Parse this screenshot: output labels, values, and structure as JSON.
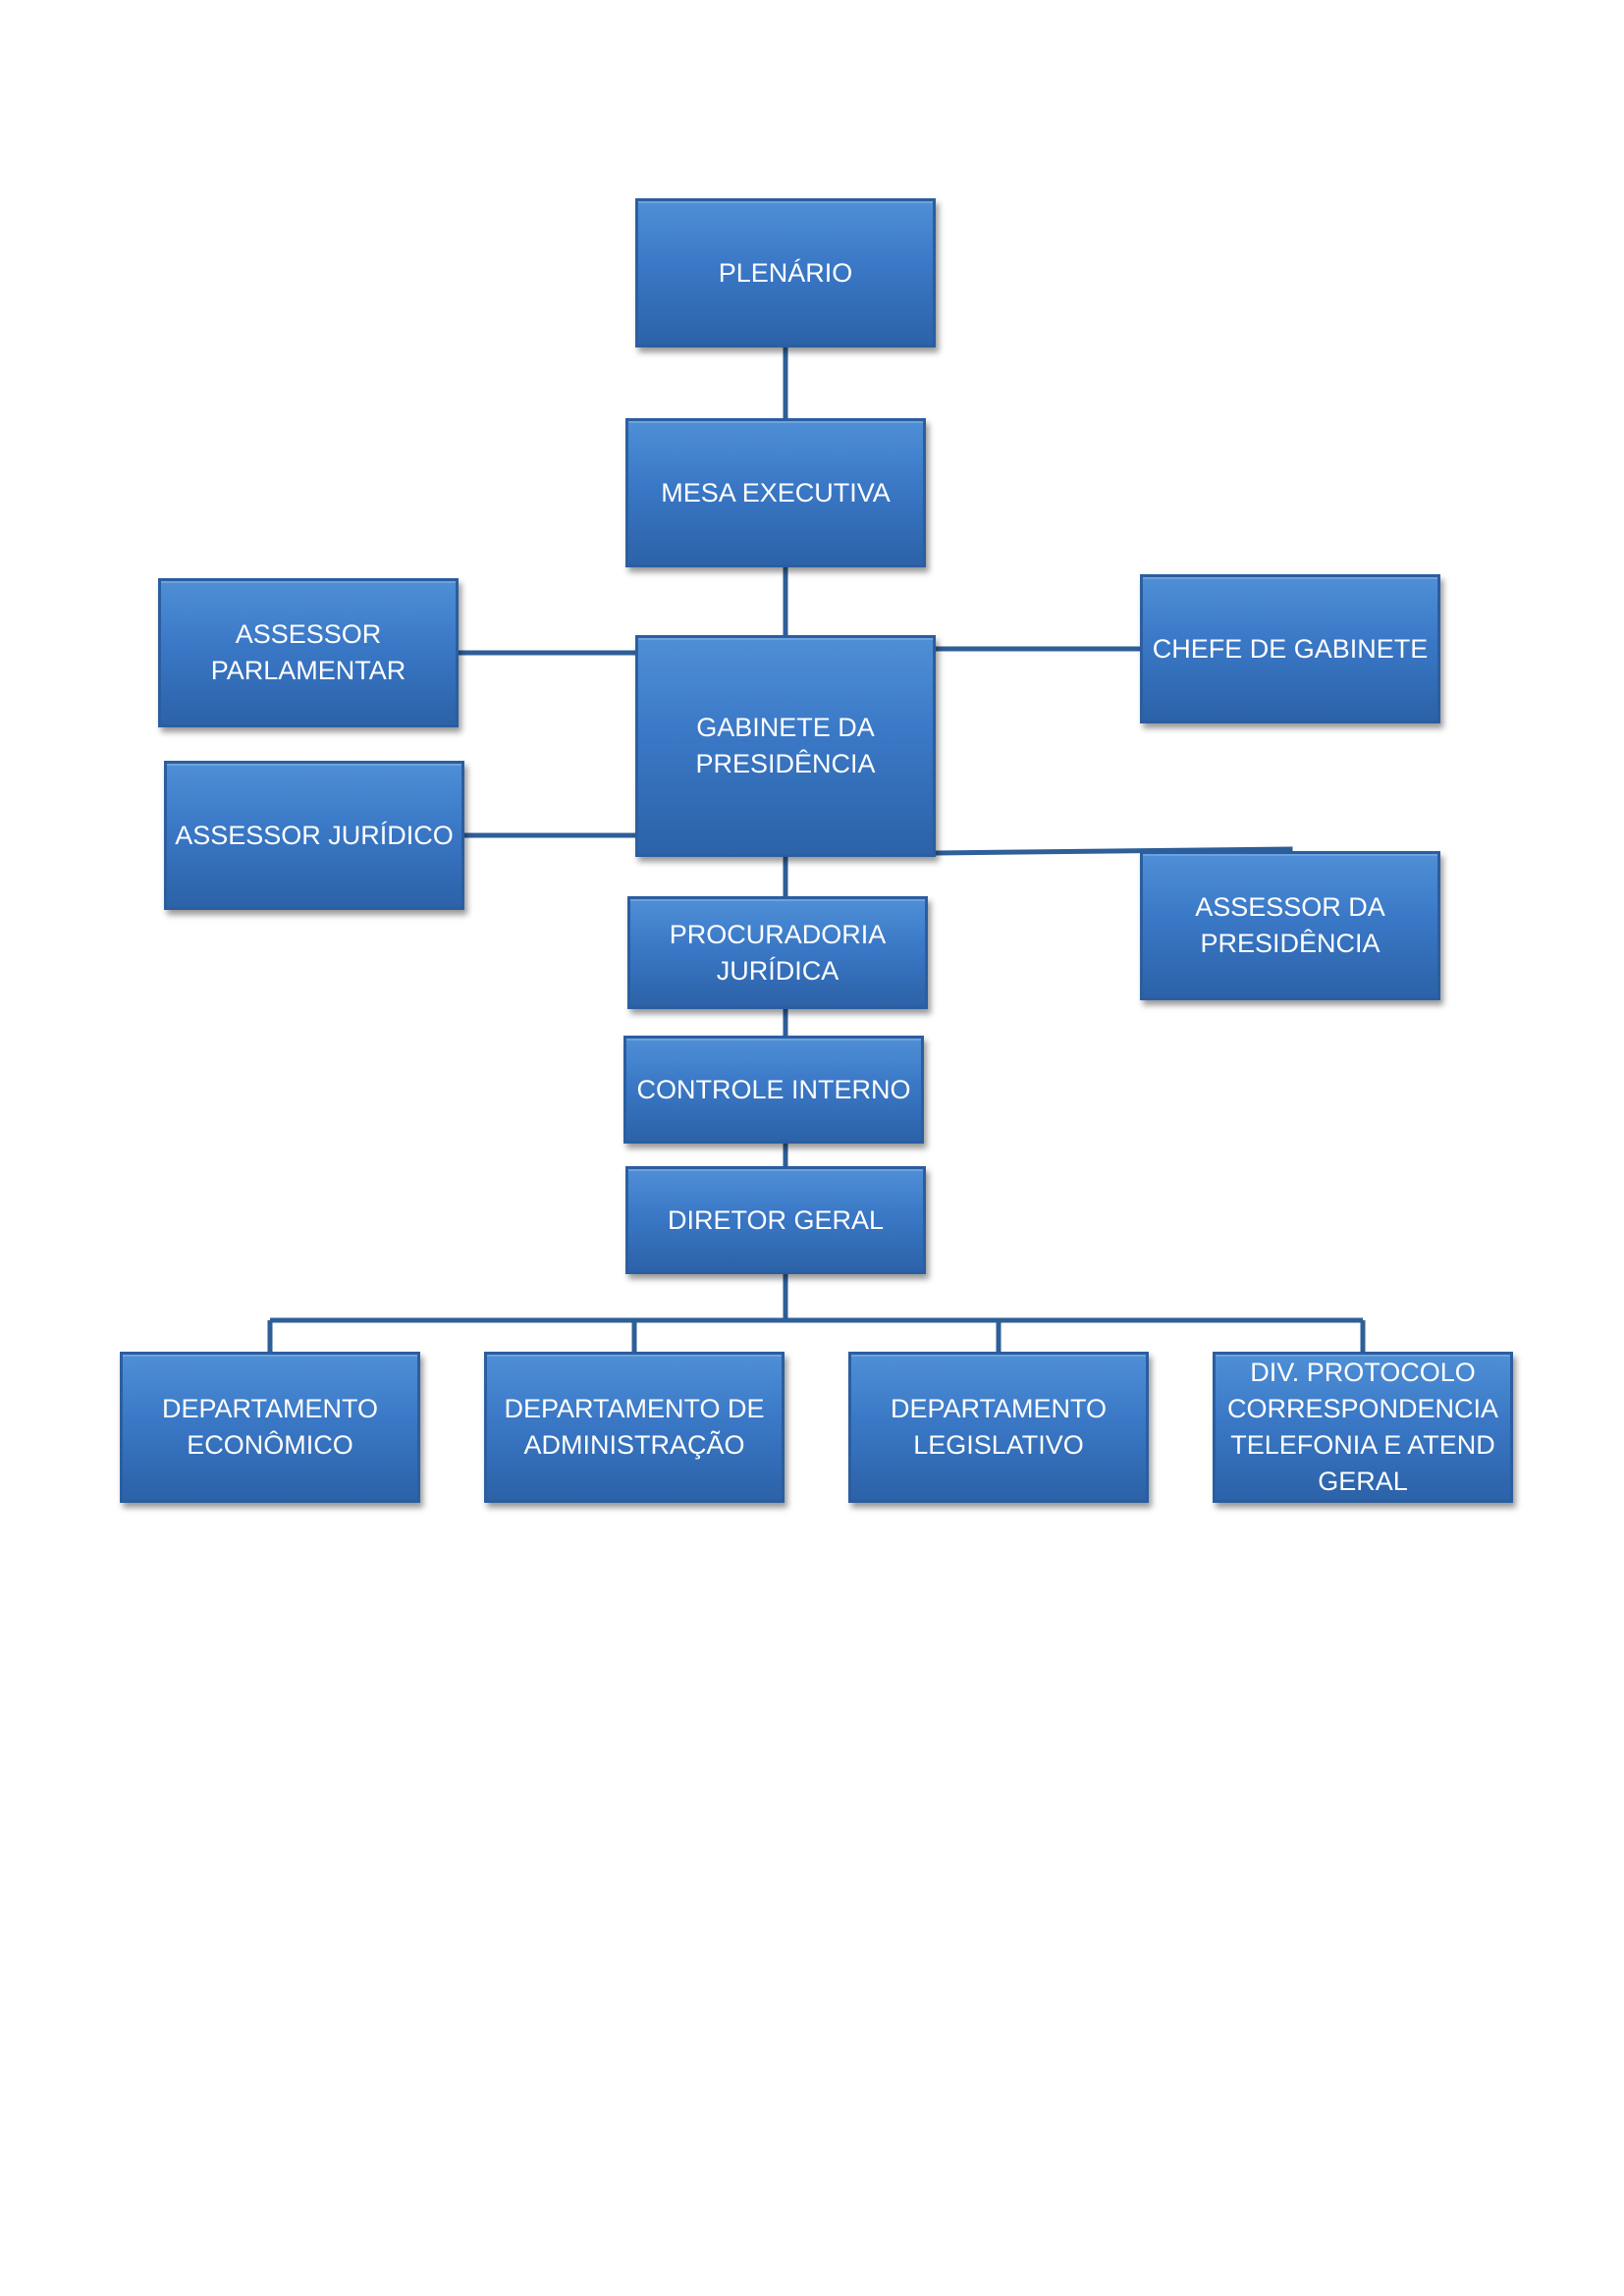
{
  "colors": {
    "box_fill": "#3a78c6",
    "box_border": "#2b5ea0",
    "connector": "#2e5f98",
    "text": "#ffffff",
    "background": "#ffffff"
  },
  "nodes": {
    "plenario": "PLENÁRIO",
    "mesa_executiva": "MESA EXECUTIVA",
    "assessor_parlamentar": "ASSESSOR\nPARLAMENTAR",
    "chefe_de_gabinete": "CHEFE DE GABINETE",
    "gabinete_da_presidencia": "GABINETE DA\nPRESIDÊNCIA",
    "assessor_juridico": "ASSESSOR JURÍDICO",
    "assessor_da_presidencia": "ASSESSOR DA\nPRESIDÊNCIA",
    "procuradoria_juridica": "PROCURADORIA\nJURÍDICA",
    "controle_interno": "CONTROLE INTERNO",
    "diretor_geral": "DIRETOR GERAL",
    "departamento_economico": "DEPARTAMENTO\nECONÔMICO",
    "departamento_de_administracao": "DEPARTAMENTO DE\nADMINISTRAÇÃO",
    "departamento_legislativo": "DEPARTAMENTO\nLEGISLATIVO",
    "div_protocolo": "DIV. PROTOCOLO\nCORRESPONDENCIA\nTELEFONIA E ATEND\nGERAL"
  }
}
